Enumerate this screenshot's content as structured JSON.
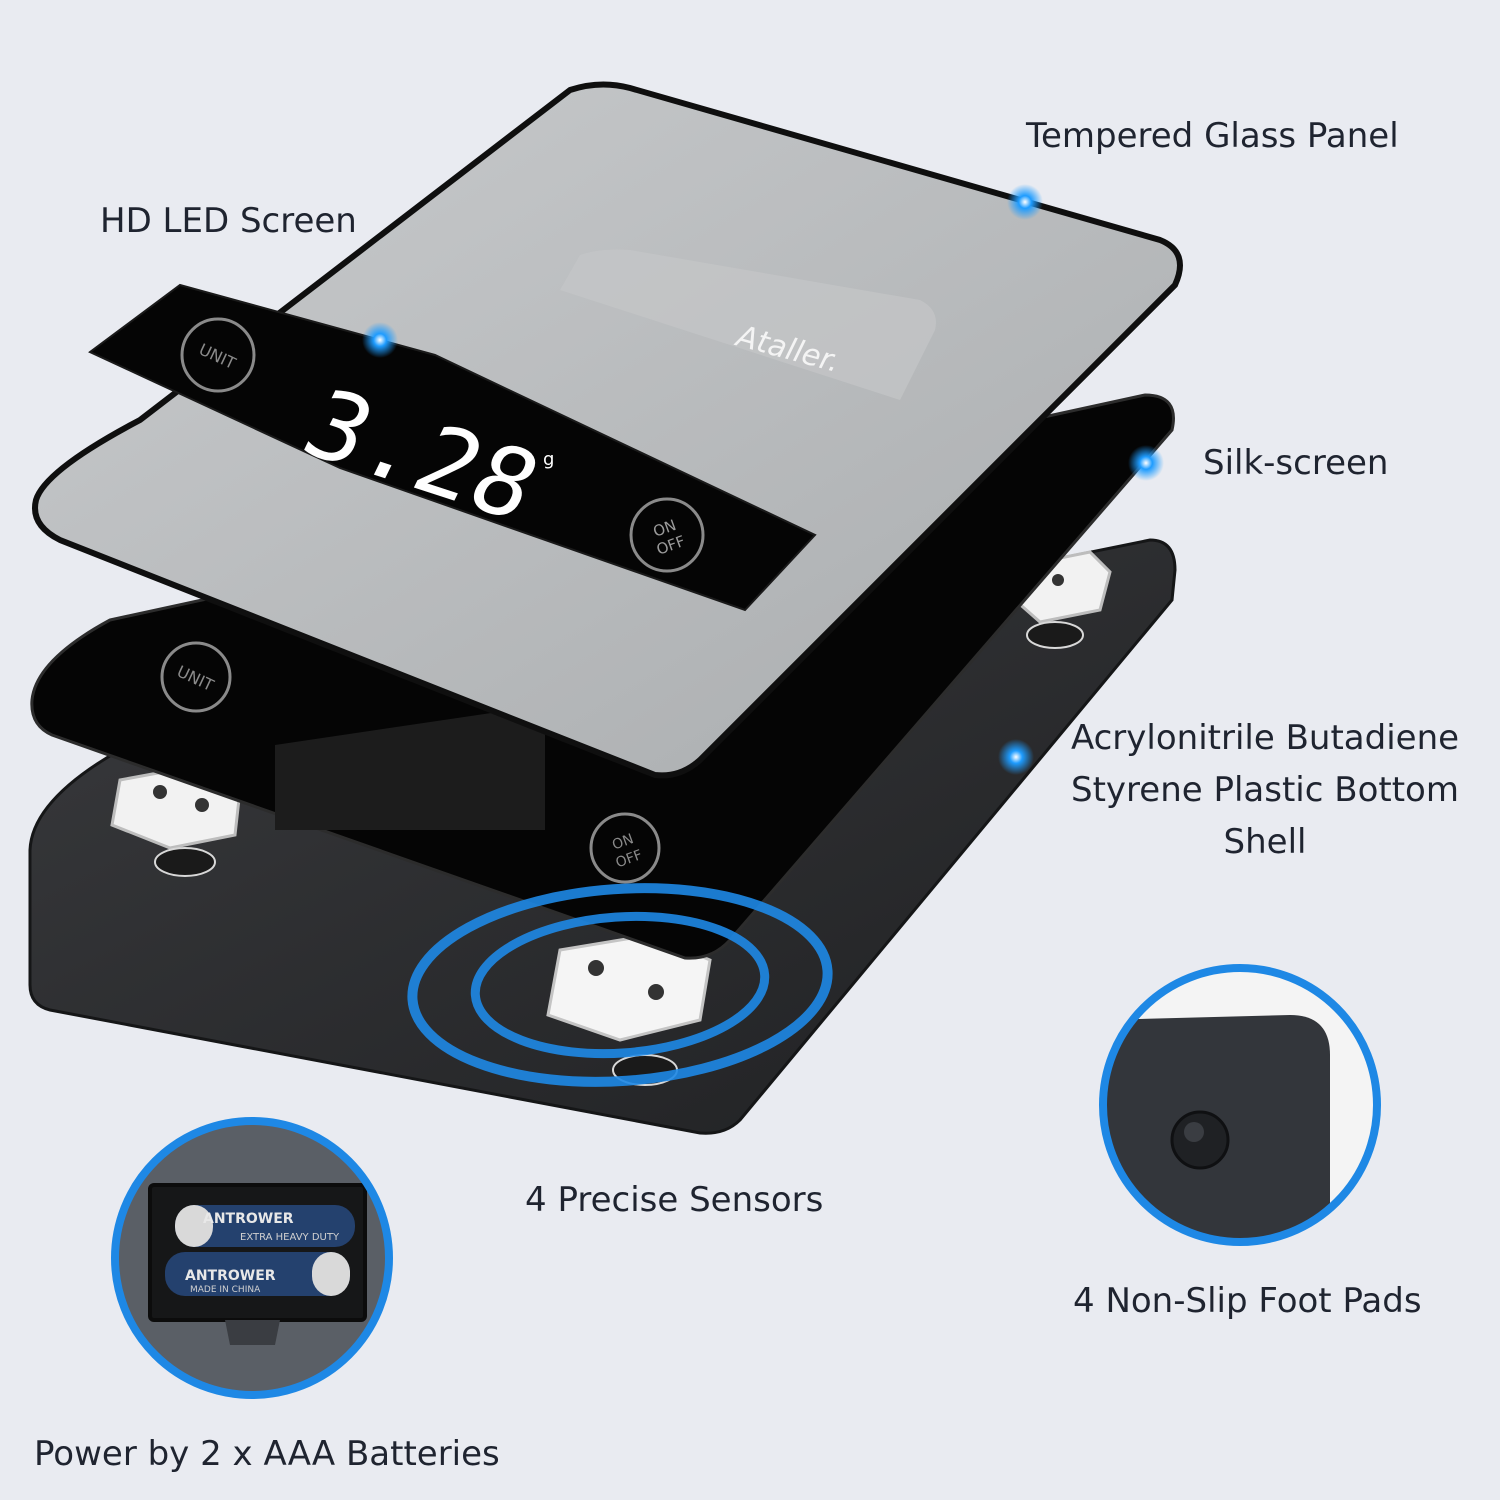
{
  "labels": {
    "tempered_glass": "Tempered Glass Panel",
    "hd_led": "HD LED Screen",
    "silk_screen": "Silk-screen",
    "abs_line1": "Acrylonitrile Butadiene",
    "abs_line2": "Styrene Plastic Bottom",
    "abs_line3": "Shell",
    "sensors": "4 Precise Sensors",
    "foot_pads": "4 Non-Slip Foot Pads",
    "batteries": "Power by 2 x AAA Batteries"
  },
  "device": {
    "brand": "Ataller.",
    "display_value": "3.28",
    "display_unit": "g",
    "unit_button": "UNIT",
    "onoff_top": "ON",
    "onoff_bottom": "OFF"
  },
  "battery": {
    "brand": "ANTROWER",
    "line1": "EXTRA HEAVY DUTY",
    "line2": "MADE IN CHINA"
  },
  "colors": {
    "background": "#e9ebf1",
    "accent_blue": "#1e88e5",
    "glass": "#b9bcbf",
    "panel_black": "#050505",
    "shell": "#2b2c2f"
  }
}
